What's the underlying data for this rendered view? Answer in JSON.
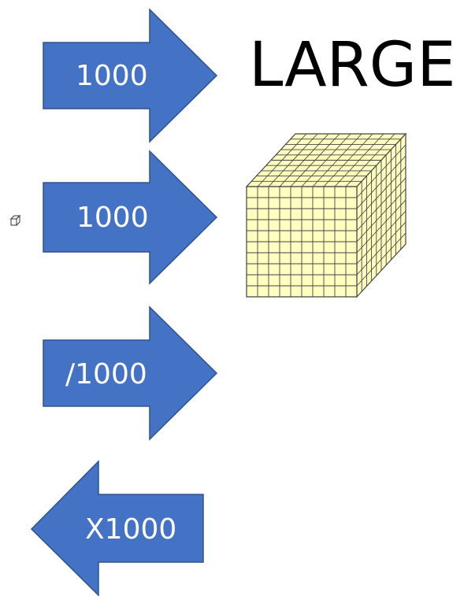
{
  "title": "LARGE",
  "arrows": [
    {
      "label": "1000",
      "direction": "right"
    },
    {
      "label": "1000",
      "direction": "right"
    },
    {
      "label": "/1000",
      "direction": "right"
    },
    {
      "label": "X1000",
      "direction": "left"
    }
  ],
  "colors": {
    "arrow_fill": "#4472C4",
    "arrow_stroke": "#2F528F",
    "cube_fill": "#FFFFC0",
    "cube_line": "#444444"
  },
  "icons": {
    "small_unit": "small-cube-icon",
    "big_block": "thousand-cube-icon"
  }
}
